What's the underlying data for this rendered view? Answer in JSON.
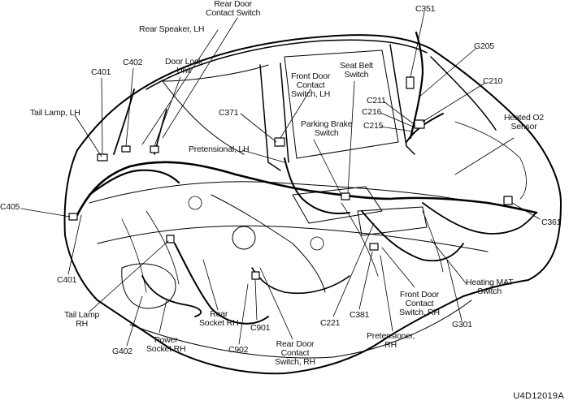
{
  "diagram": {
    "figure_code": "U4D12019A",
    "labels": {
      "rear_door_contact_switch": "Rear Door\nContact Switch",
      "rear_speaker_lh": "Rear Speaker, LH",
      "c351": "C351",
      "c402": "C402",
      "door_lock_unit": "Door Lock\nUnit",
      "c401_top": "C401",
      "g205": "G205",
      "front_door_contact_switch_lh": "Front Door\nContact\nSwitch, LH",
      "seat_belt_switch": "Seat Belt\nSwitch",
      "c210": "C210",
      "tail_lamp_lh": "Tail Lamp, LH",
      "c211": "C211",
      "c216": "C216",
      "c215": "C215",
      "c371": "C371",
      "heated_o2_sensor": "Heated O2\nSensor",
      "parking_brake_switch": "Parking Brake\nSwitch",
      "pretensional_lh": "Pretensional, LH",
      "c405": "C405",
      "c361": "C361",
      "c401_bottom": "C401",
      "heating_mat_switch": "Heating MAT\nSwitch",
      "tail_lamp_rh": "Tail Lamp\nRH",
      "rear_socket_rh": "Rear\nSocket RH",
      "c221": "C221",
      "c381": "C381",
      "front_door_contact_switch_rh": "Front Door\nContact\nSwitch, RH",
      "g301": "G301",
      "c901": "C901",
      "g402": "G402",
      "power_socket_rh": "Power\nSocket RH",
      "c902": "C902",
      "rear_door_contact_switch_rh": "Rear Door\nContact\nSwitch, RH",
      "pretensioner_rh": "Pretensioner,\nRH"
    }
  }
}
